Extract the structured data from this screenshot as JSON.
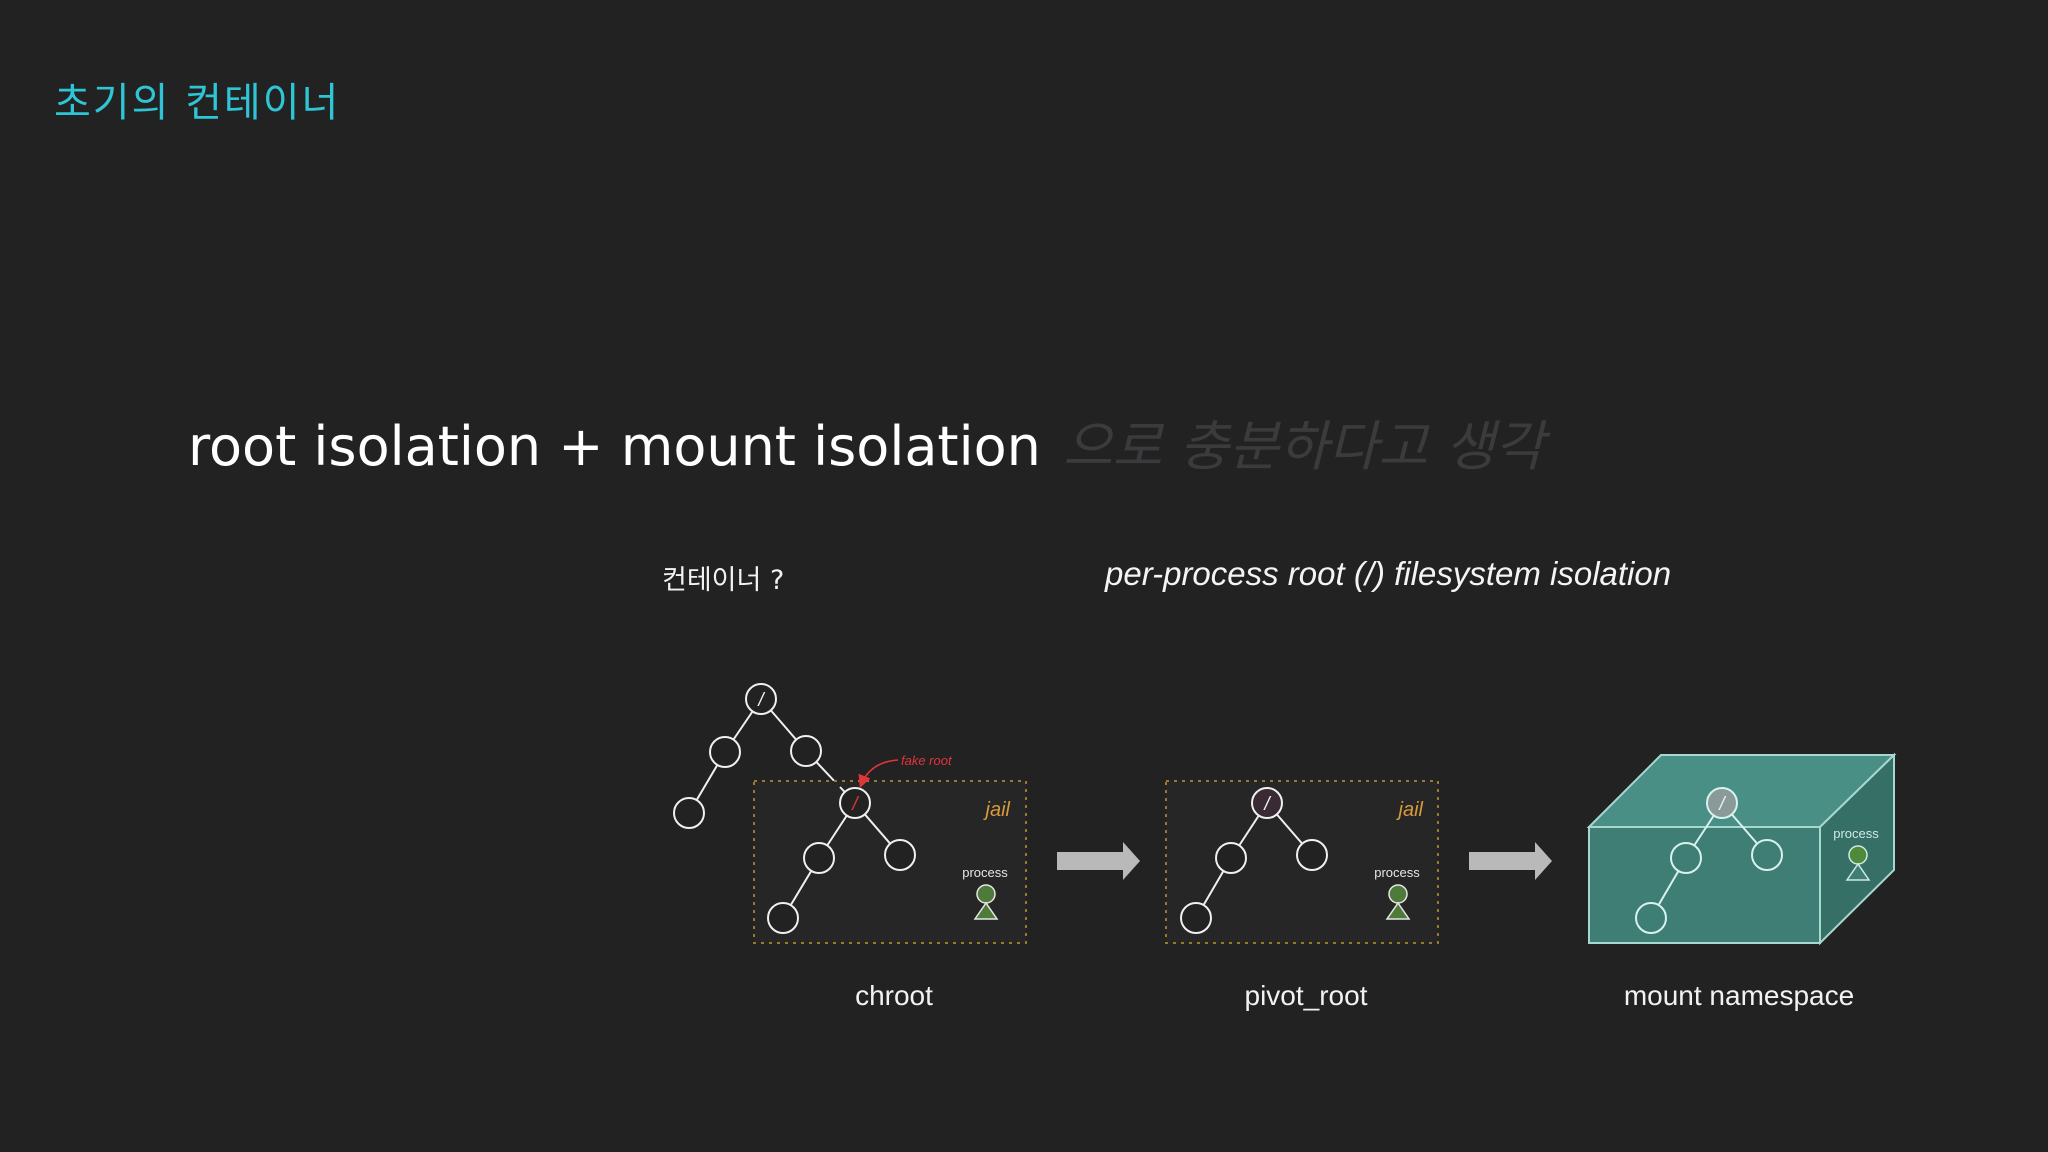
{
  "slide": {
    "title": "초기의 컨테이너",
    "headline_main": "root isolation + mount isolation",
    "headline_faint": "으로 충분하다고 생각",
    "question": "컨테이너 ?",
    "subtitle": "per-process root (/) filesystem isolation"
  },
  "diagram": {
    "root_label": "/",
    "fake_root_label": "/",
    "fake_root_annotation": "fake root",
    "jail_label": "jail",
    "process_label": "process",
    "captions": {
      "chroot": "chroot",
      "pivot_root": "pivot_root",
      "mount_namespace": "mount namespace"
    }
  },
  "colors": {
    "background": "#222223",
    "title_accent": "#2ec6d6",
    "jail_border": "#9a7a2a",
    "jail_label": "#d89a3c",
    "fake_root_red": "#e0353a",
    "process_green": "#4e7a3a",
    "arrow_gray": "#b9b9b9",
    "namespace_teal": "#3f7e74",
    "namespace_outline": "#a6d8cf"
  }
}
